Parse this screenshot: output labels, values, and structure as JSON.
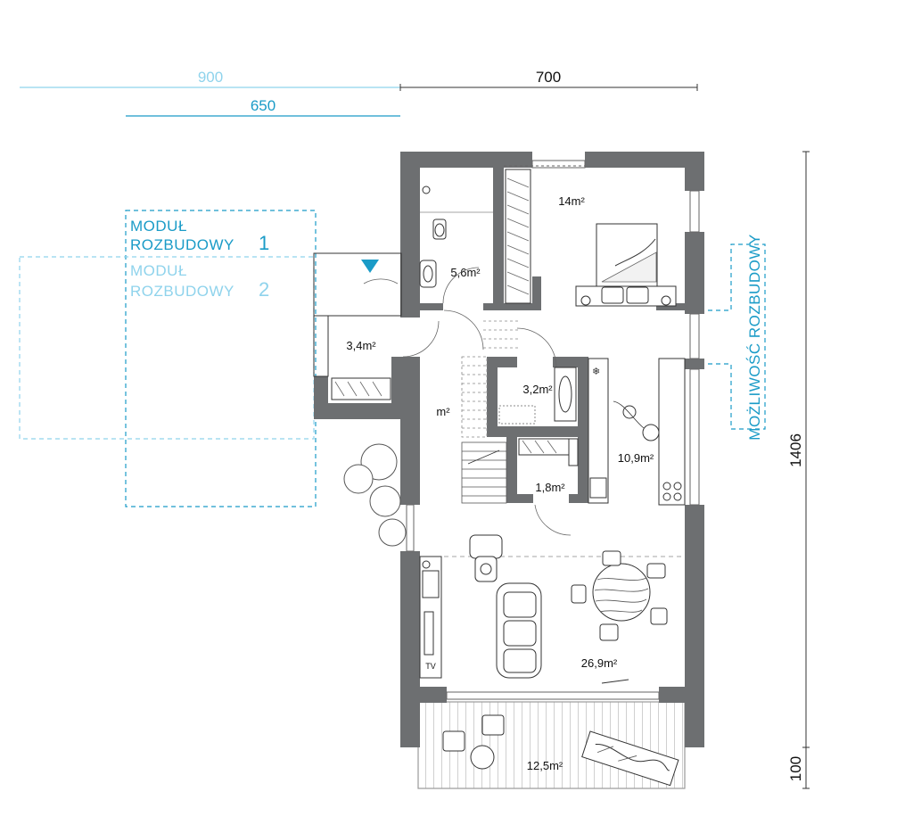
{
  "colors": {
    "wall": "#6d6f71",
    "line": "#333333",
    "accent": "#1a9bc7",
    "accent_light": "#8fd3ec",
    "deck": "#9a9a9a"
  },
  "dimensions": {
    "top_left": "900",
    "top_right": "700",
    "second": "650",
    "right_height": "1406",
    "right_bottom": "100"
  },
  "modules": {
    "m1_line1": "MODUŁ",
    "m1_line2": "ROZBUDOWY",
    "m1_num": "1",
    "m2_line1": "MODUŁ",
    "m2_line2": "ROZBUDOWY",
    "m2_num": "2",
    "vertical": "MOŻLIWOŚĆ ROZBUDOWY"
  },
  "rooms": {
    "bedroom": "14m²",
    "bathroom": "5,6m²",
    "vestibule": "3,4m²",
    "laundry": "3,2m²",
    "hall": "m²",
    "storage": "1,8m²",
    "kitchen": "10,9m²",
    "living": "26,9m²",
    "terrace": "12,5m²"
  },
  "labels": {
    "tv": "TV"
  }
}
